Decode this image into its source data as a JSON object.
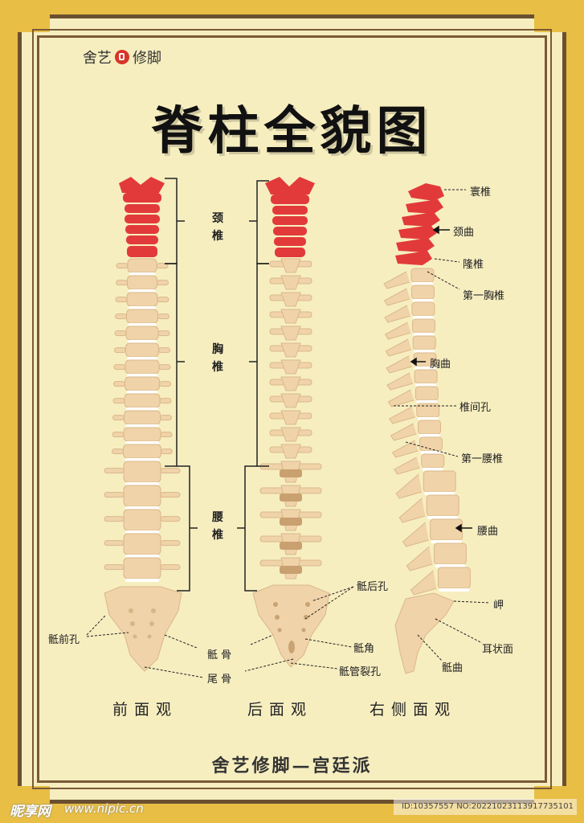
{
  "brand": {
    "left": "舍艺",
    "right": "修脚"
  },
  "title": "脊柱全貌图",
  "region_labels": {
    "cervical": "颈椎",
    "thoracic": "胸椎",
    "lumbar": "腰椎"
  },
  "labels": {
    "anterior_foramina": "骶前孔",
    "sacrum": "骶 骨",
    "coccyx": "尾 骨",
    "posterior_foramina": "骶后孔",
    "sacral_horn": "骶角",
    "sacral_hiatus": "骶管裂孔",
    "atlas": "寰椎",
    "cervical_curve": "颈曲",
    "vertebra_prominens": "隆椎",
    "first_thoracic": "第一胸椎",
    "thoracic_curve": "胸曲",
    "intervertebral_foramen": "椎间孔",
    "first_lumbar": "第一腰椎",
    "lumbar_curve": "腰曲",
    "promontory": "岬",
    "auricular_surface": "耳状面",
    "sacral_curve": "骶曲"
  },
  "views": {
    "front": "前面观",
    "back": "后面观",
    "right": "右侧面观"
  },
  "footer": "舍艺修脚—宫廷派",
  "watermark": {
    "site": "昵享网",
    "url": "www.nipic.cn",
    "id": "ID:10357557 NO:20221023113917735101"
  },
  "colors": {
    "cervical": "#e23a3a",
    "bone": "#f0d3a8",
    "disc": "#ffffff",
    "frame": "#6b5030",
    "paper": "#f7eec0"
  }
}
